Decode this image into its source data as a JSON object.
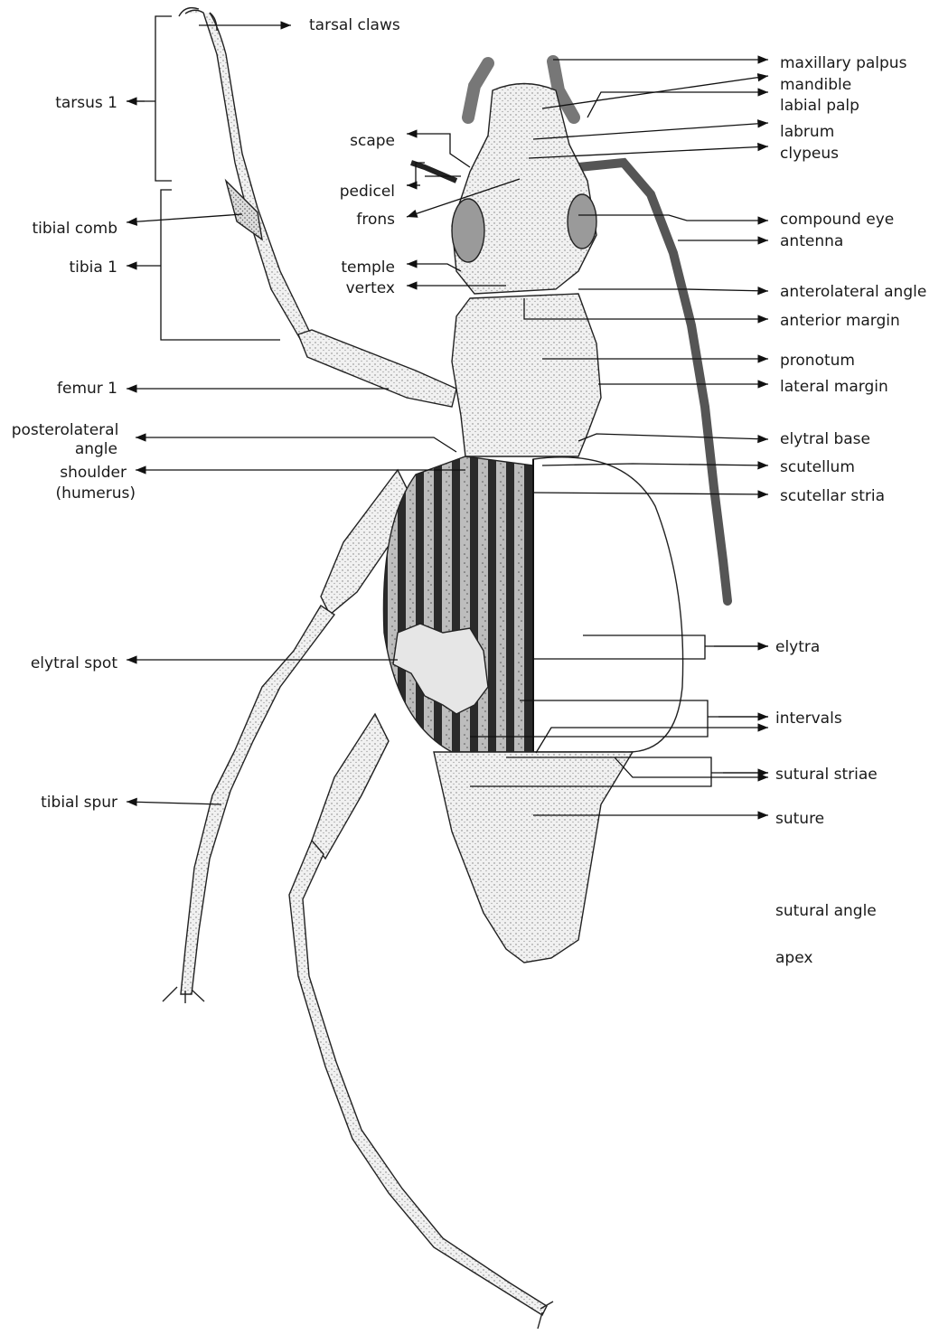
{
  "labels": {
    "tarsal_claws": "tarsal claws",
    "tarsus_1": "tarsus 1",
    "tibial_comb": "tibial comb",
    "tibia_1": "tibia 1",
    "femur_1": "femur 1",
    "posterolateral_angle_1": "posterolateral",
    "posterolateral_angle_2": "angle",
    "shoulder_1": "shoulder",
    "shoulder_2": "(humerus)",
    "elytral_spot": "elytral spot",
    "tibial_spur": "tibial spur",
    "scape": "scape",
    "pedicel": "pedicel",
    "frons": "frons",
    "temple": "temple",
    "vertex": "vertex",
    "maxillary_palpus": "maxillary palpus",
    "mandible": "mandible",
    "labial_palp": "labial palp",
    "labrum": "labrum",
    "clypeus": "clypeus",
    "compound_eye": "compound eye",
    "antenna": "antenna",
    "anterolateral_angle": "anterolateral angle",
    "anterior_margin": "anterior margin",
    "pronotum": "pronotum",
    "lateral_margin": "lateral margin",
    "elytral_base": "elytral base",
    "scutellum": "scutellum",
    "scutellar_stria": "scutellar stria",
    "elytra": "elytra",
    "intervals": "intervals",
    "sutural_striae": "sutural striae",
    "suture": "suture",
    "sutural_angle": "sutural angle",
    "apex": "apex"
  }
}
